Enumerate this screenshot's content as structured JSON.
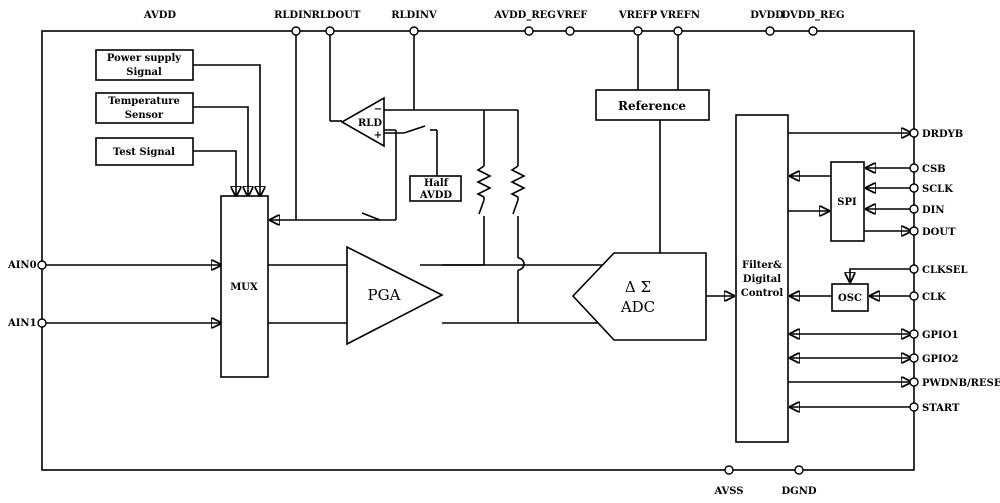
{
  "top_pins": {
    "avdd": "AVDD",
    "rldin": "RLDIN",
    "rldout": "RLDOUT",
    "rldinv": "RLDINV",
    "avdd_reg": "AVDD_REG",
    "vref": "VREF",
    "vrefp": "VREFP",
    "vrefn": "VREFN",
    "dvdd": "DVDD",
    "dvdd_reg": "DVDD_REG"
  },
  "bottom_pins": {
    "avss": "AVSS",
    "dgnd": "DGND"
  },
  "left_pins": {
    "ain0": "AIN0",
    "ain1": "AIN1"
  },
  "right_pins": {
    "drdyb": "DRDYB",
    "csb": "CSB",
    "sclk": "SCLK",
    "din": "DIN",
    "dout": "DOUT",
    "clksel": "CLKSEL",
    "clk": "CLK",
    "gpio1": "GPIO1",
    "gpio2": "GPIO2",
    "pwdnb_reset": "PWDNB/RESETB",
    "start": "START"
  },
  "blocks": {
    "power_supply": [
      "Power supply",
      "Signal"
    ],
    "temp_sensor": [
      "Temperature",
      "Sensor"
    ],
    "test_signal": "Test Signal",
    "mux": "MUX",
    "rld": "RLD",
    "rld_minus": "−",
    "rld_plus": "+",
    "half_avdd": [
      "Half",
      "AVDD"
    ],
    "pga": "PGA",
    "adc": [
      "Δ Σ",
      "ADC"
    ],
    "reference": "Reference",
    "filter": [
      "Filter&",
      "Digital",
      "Control"
    ],
    "spi": "SPI",
    "osc": "OSC"
  }
}
